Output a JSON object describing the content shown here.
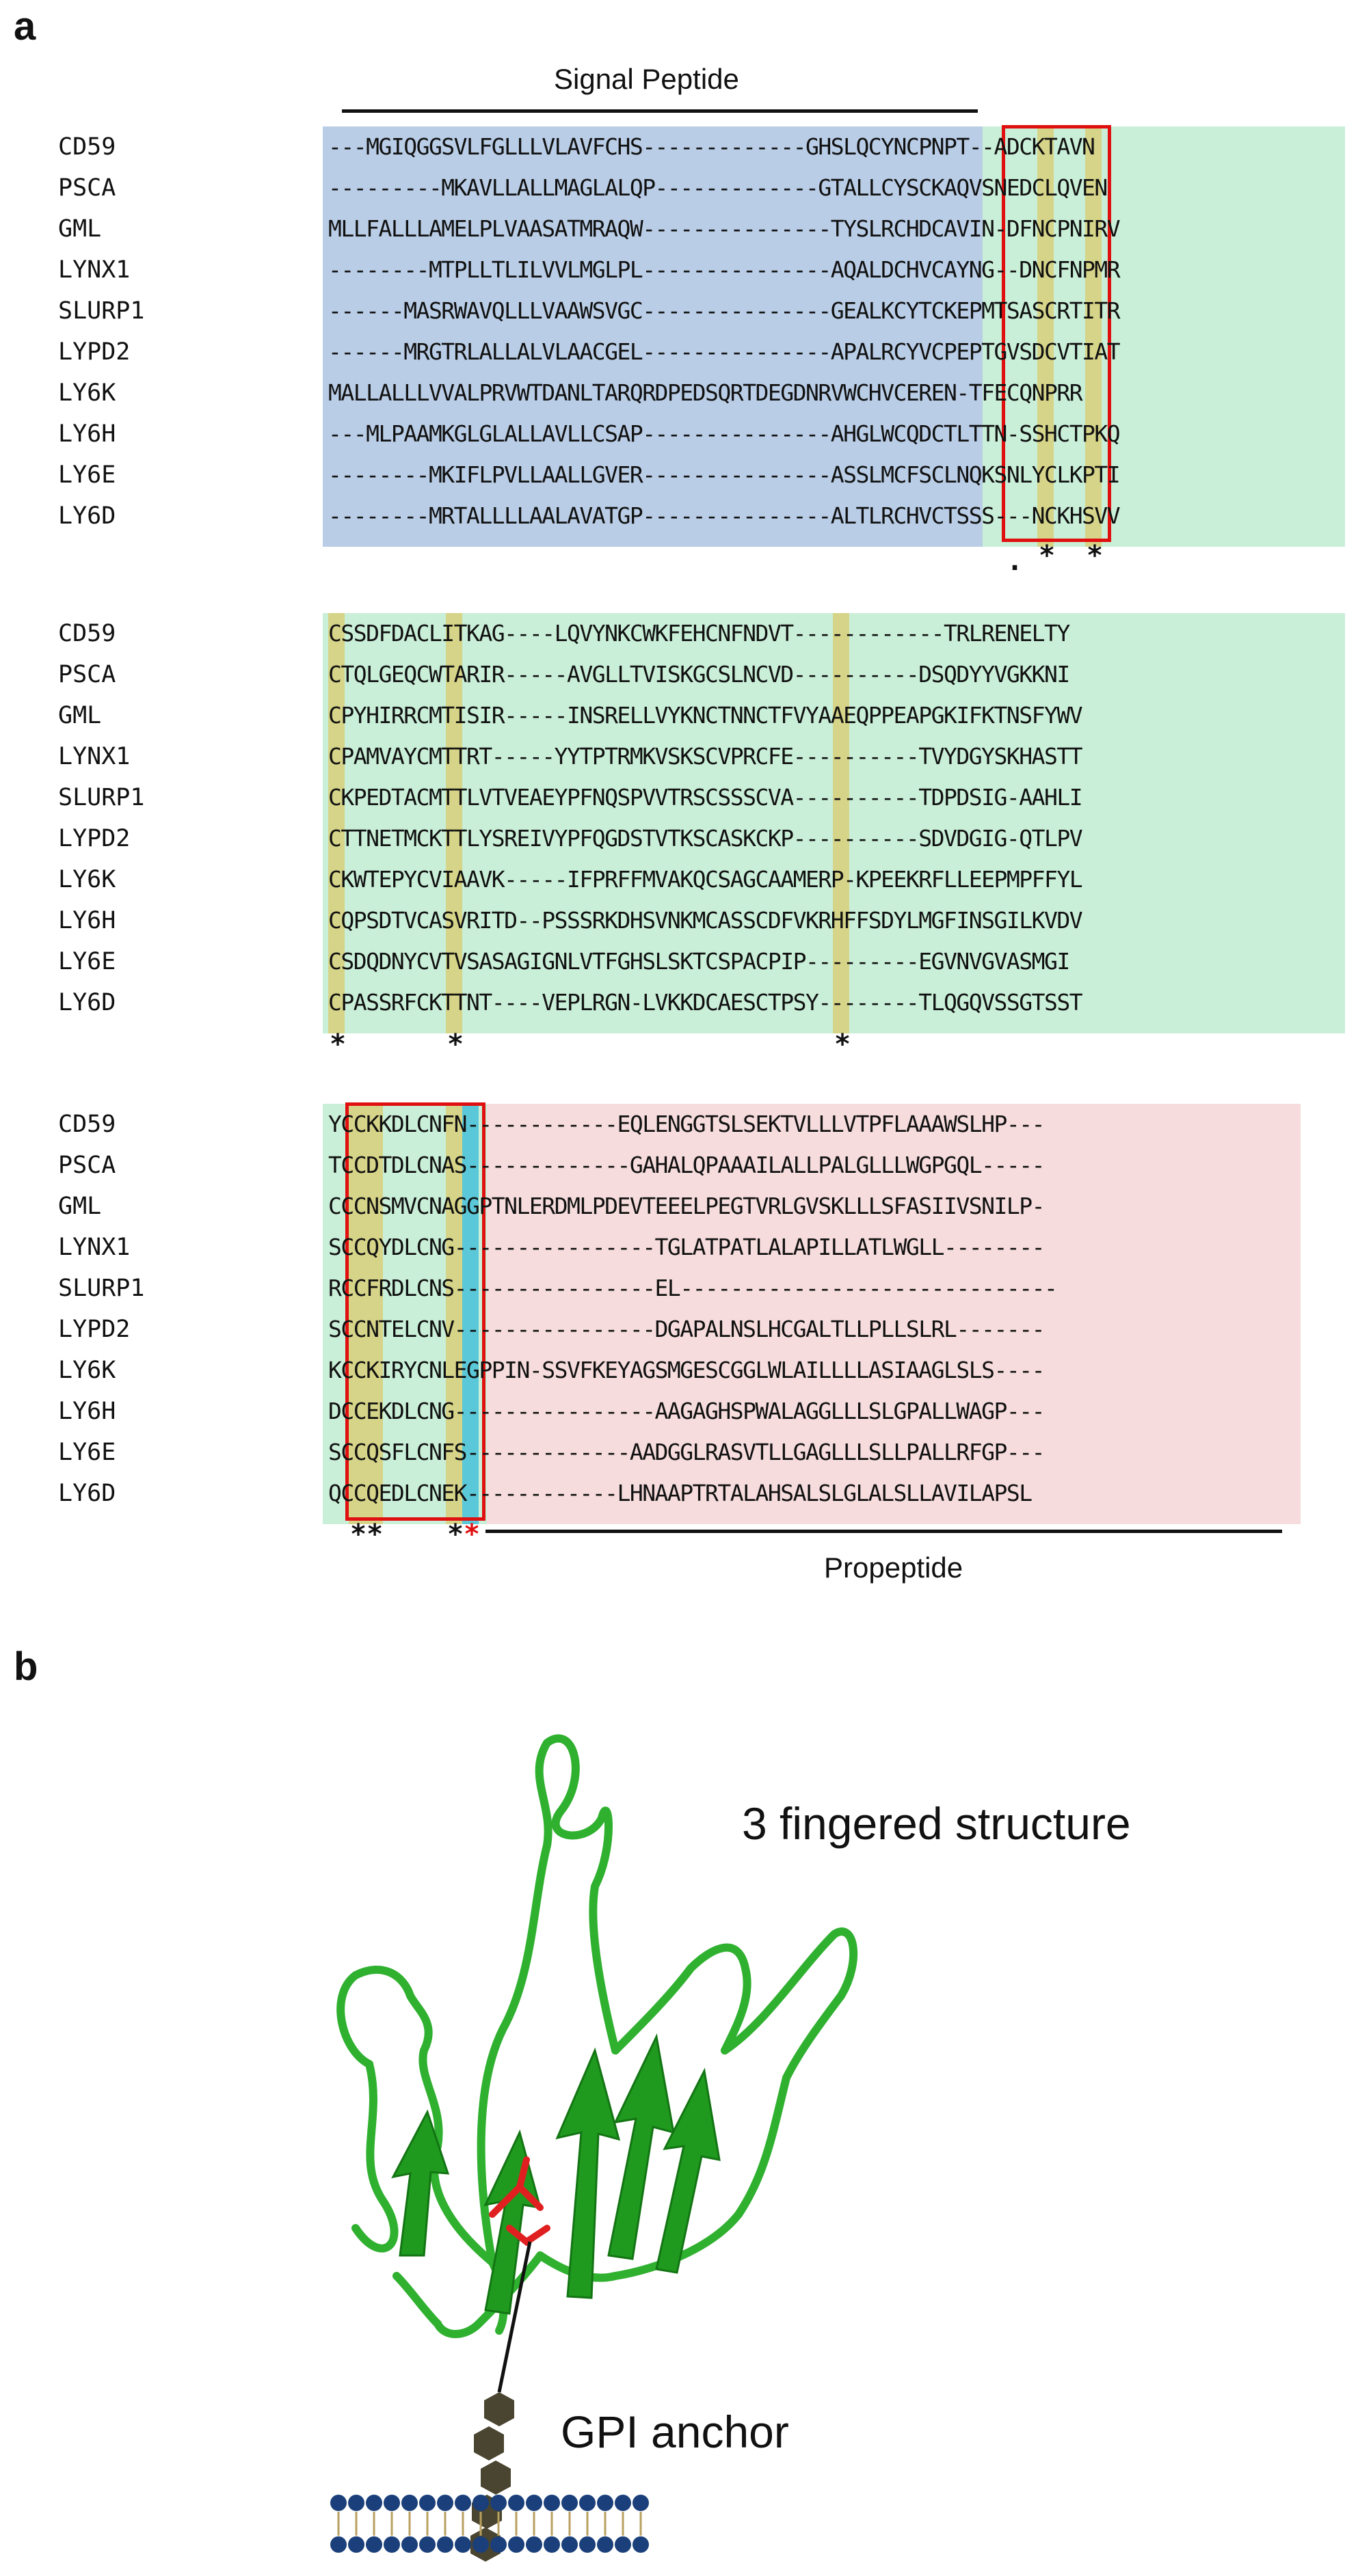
{
  "panel_a": {
    "letter": "a",
    "signal_peptide_label": "Signal Peptide",
    "propeptide_label": "Propeptide",
    "blocks": [
      {
        "rows": [
          {
            "name": "CD59",
            "seq": "---MGIQGGSVLFGLLLVLAVFCHS-------------GHSLQCYNCPNPT--ADCKTAVN"
          },
          {
            "name": "PSCA",
            "seq": "---------MKAVLLALLMAGLALQP-------------GTALLCYSCKAQVSNEDCLQVEN"
          },
          {
            "name": "GML",
            "seq": "MLLFALLLAMELPLVAASATMRAQW---------------TYSLRCHDCAVIN-DFNCPNIRV"
          },
          {
            "name": "LYNX1",
            "seq": "--------MTPLLTLILVVLMGLPL---------------AQALDCHVCAYNG--DNCFNPMR"
          },
          {
            "name": "SLURP1",
            "seq": "------MASRWAVQLLLVAAWSVGC---------------GEALKCYTCKEPMTSASCRTITR"
          },
          {
            "name": "LYPD2",
            "seq": "------MRGTRLALLALVLAACGEL---------------APALRCYVCPEPTGVSDCVTIAT"
          },
          {
            "name": "LY6K",
            "seq": "MALLALLLVVALPRVWTDANLTARQRDPEDSQRTDEGDNRVWCHVCEREN-TFECQNPRR"
          },
          {
            "name": "LY6H",
            "seq": "---MLPAAMKGLGLALLAVLLCSAP---------------AHGLWCQDCTLTTN-SSHCTPKQ"
          },
          {
            "name": "LY6E",
            "seq": "--------MKIFLPVLLAALLGVER---------------ASSLMCFSCLNQKSNLYCLKPTI"
          },
          {
            "name": "LY6D",
            "seq": "--------MRTALLLLAALAVATGP---------------ALTLRCHVCTSSS---NCKHSVV"
          }
        ],
        "marks": [
          ".",
          "*",
          "*"
        ]
      },
      {
        "rows": [
          {
            "name": "CD59",
            "seq": "CSSDFDACLITKAG----LQVYNKCWKFEHCNFNDVT------------TRLRENELTY"
          },
          {
            "name": "PSCA",
            "seq": "CTQLGEQCWTARIR-----AVGLLTVISKGCSLNCVD----------DSQDYYVGKKNI"
          },
          {
            "name": "GML",
            "seq": "CPYHIRRCMTISIR-----INSRELLVYKNCTNNCTFVYAAEQPPEAPGKIFKTNSFYWV"
          },
          {
            "name": "LYNX1",
            "seq": "CPAMVAYCMTTRT-----YYTPTRMKVSKSCVPRCFE----------TVYDGYSKHASTT"
          },
          {
            "name": "SLURP1",
            "seq": "CKPEDTACMTTLVTVEAEYPFNQSPVVTRSCSSSCVA----------TDPDSIG-AAHLI"
          },
          {
            "name": "LYPD2",
            "seq": "CTTNETMCKTTLYSREIVYPFQGDSTVTKSCASKCKP----------SDVDGIG-QTLPV"
          },
          {
            "name": "LY6K",
            "seq": "CKWTEPYCVIAAVK-----IFPRFFMVAKQCSAGCAAMERP-KPEEKRFLLEEPMPFFYL"
          },
          {
            "name": "LY6H",
            "seq": "CQPSDTVCASVRITD--PSSSRKDHSVNKMCASSCDFVKRHFFSDYLMGFINSGILKVDV"
          },
          {
            "name": "LY6E",
            "seq": "CSDQDNYCVTVSASAGIGNLVTFGHSLSKTCSPACPIP---------EGVNVGVASMGI"
          },
          {
            "name": "LY6D",
            "seq": "CPASSRFCKTTNT----VEPLRGN-LVKKDCAESCTPSY--------TLQGQVSSGTSST"
          }
        ],
        "marks": [
          "*",
          "*",
          "*"
        ]
      },
      {
        "rows": [
          {
            "name": "CD59",
            "seq": "YCCKKDLCNFN------------EQLENGGTSLSEKTVLLLVTPFLAAAWSLHP---"
          },
          {
            "name": "PSCA",
            "seq": "TCCDTDLCNAS-------------GAHALQPAAAILALLPALGLLLWGPGQL-----"
          },
          {
            "name": "GML",
            "seq": "CCCNSMVCNAGGPTNLERDMLPDEVTEEELPEGTVRLGVSKLLLSFASIIVSNILP-"
          },
          {
            "name": "LYNX1",
            "seq": "SCCQYDLCNG----------------TGLATPATLALAPILLATLWGLL--------"
          },
          {
            "name": "SLURP1",
            "seq": "RCCFRDLCNS----------------EL------------------------------"
          },
          {
            "name": "LYPD2",
            "seq": "SCCNTELCNV----------------DGAPALNSLHCGALTLLPLLSLRL-------"
          },
          {
            "name": "LY6K",
            "seq": "KCCKIRYCNLEGPPIN-SSVFKEYAGSMGESCGGLWLAILLLLASIAAGLSLS----"
          },
          {
            "name": "LY6H",
            "seq": "DCCEKDLCNG----------------AAGAGHSPWALAGGLLLSLGPALLWAGP---"
          },
          {
            "name": "LY6E",
            "seq": "SCCQSFLCNFS-------------AADGGLRASVTLLGAGLLLSLLPALLRFGP---"
          },
          {
            "name": "LY6D",
            "seq": "QCCQEDLCNEK------------LHNAAPTRTALAHSALSLGLALSLLAVILAPSL"
          }
        ],
        "marks": [
          "**",
          "*",
          "*"
        ]
      }
    ]
  },
  "panel_b": {
    "letter": "b",
    "structure_label": "3 fingered structure",
    "anchor_label": "GPI anchor"
  },
  "colors": {
    "signal_bg": "#b9cde6",
    "mature_bg": "#c9efd8",
    "propeptide_bg": "#f6dcdc",
    "cys_highlight": "#d8cf7a",
    "omega_highlight": "#5ac8d8",
    "box": "#e01010",
    "ribbon": "#2fb02f",
    "disulfide": "#e02020",
    "lipid": "#1a3f7a"
  }
}
